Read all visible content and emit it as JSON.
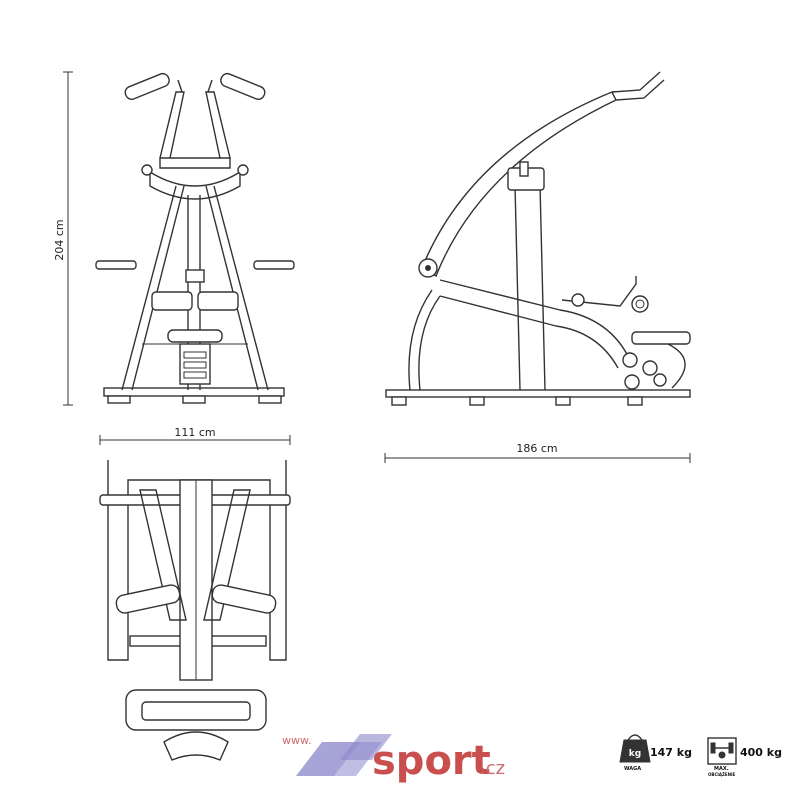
{
  "dimensions": {
    "height": "204 cm",
    "width": "111 cm",
    "length": "186 cm"
  },
  "specs": {
    "weight": {
      "icon_text": "kg",
      "value": "147 kg",
      "label": "WAGA"
    },
    "max_load": {
      "value": "400 kg",
      "label": "MAX.",
      "sublabel": "OBCIĄŻENIE"
    }
  },
  "logo": {
    "www": "www.",
    "main": "sport",
    "tld": ".cz",
    "colors": {
      "red": "#c94f4f",
      "violet": "#8a86c9"
    }
  },
  "colors": {
    "line": "#333333",
    "background": "#ffffff"
  }
}
